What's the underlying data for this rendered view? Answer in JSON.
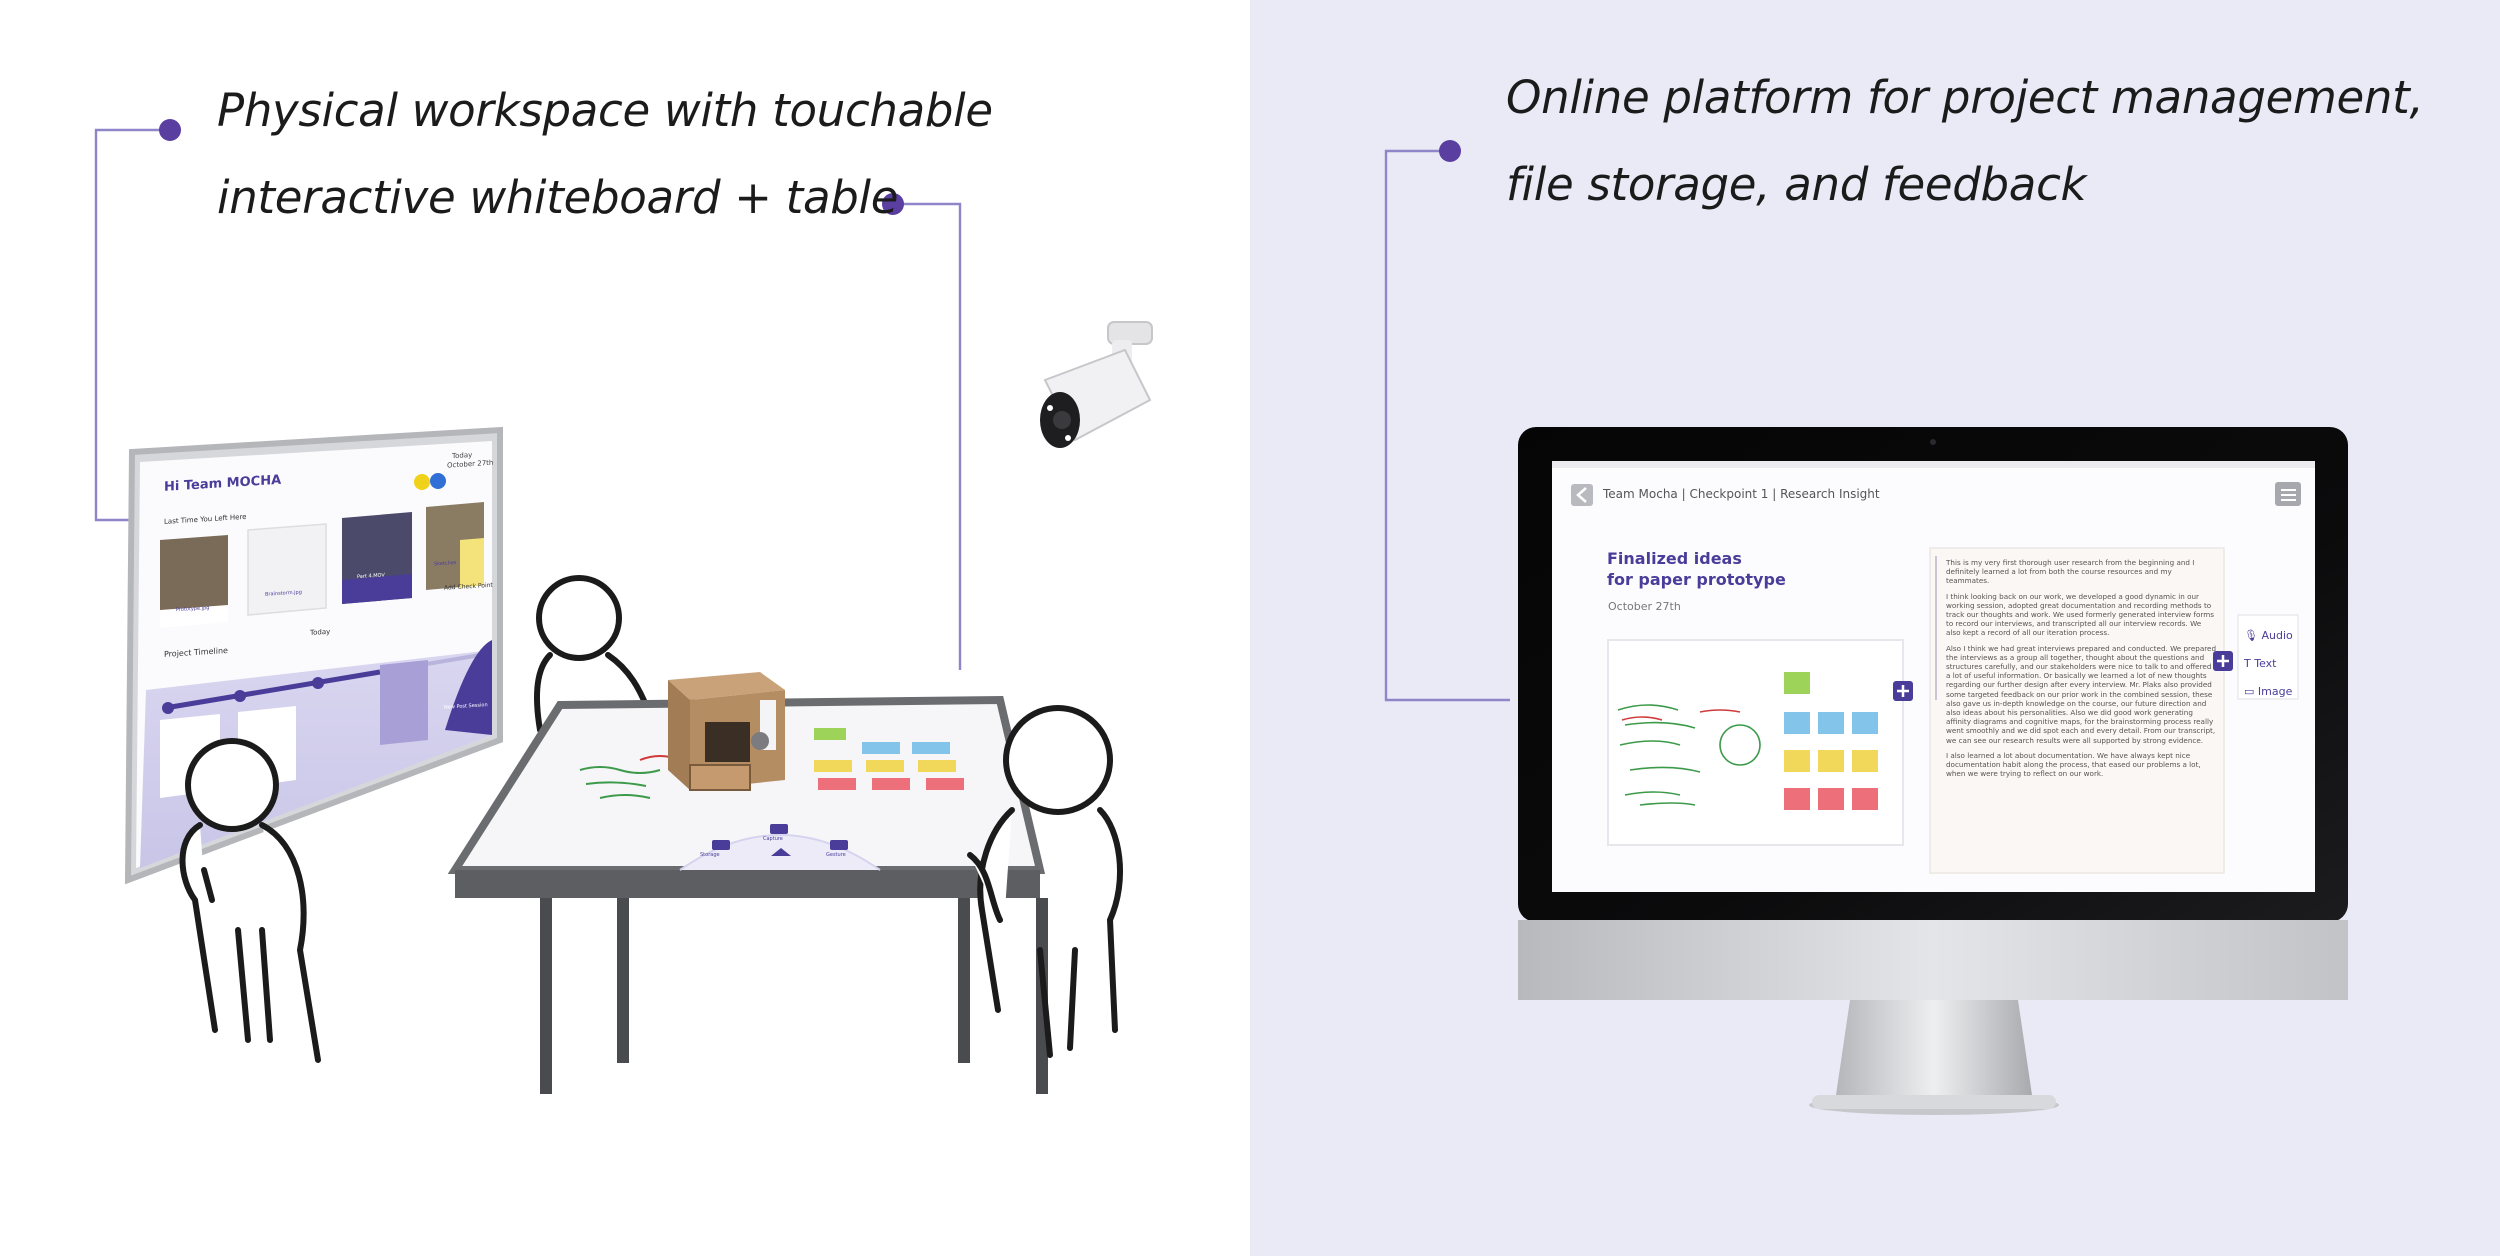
{
  "left": {
    "caption_line1": "Physical workspace with touchable",
    "caption_line2": "interactive whiteboard + table",
    "whiteboard": {
      "greeting": "Hi Team MOCHA",
      "date_label": "Today",
      "date_value": "October 27th",
      "last_time_label": "Last Time You Left Here",
      "cards": [
        "Prototype.jpg",
        "Brainstorm.jpg",
        "Part 4.MOV",
        "Sketches"
      ],
      "add_button": "Add Check Point",
      "timeline_label": "Project Timeline",
      "today_marker": "Today",
      "new_project": "New Post Session"
    },
    "table_labels": [
      "Storage",
      "Capture",
      "Gesture"
    ]
  },
  "right": {
    "caption_line1": "Online platform for project management,",
    "caption_line2": "file storage, and feedback",
    "app": {
      "breadcrumb": "Team Mocha | Checkpoint 1 | Research Insight",
      "heading_line1": "Finalized ideas",
      "heading_line2": "for paper prototype",
      "date": "October 27th",
      "paragraph1": "This is my very first thorough user research from the beginning and I definitely learned a lot from both the course resources and my teammates.",
      "paragraph2": "I think looking back on our work, we developed a good dynamic in our working session, adopted great documentation and recording methods to track our thoughts and work. We used formerly generated interview forms to record our interviews, and transcripted all our interview records. We also kept a record of all our iteration process.",
      "paragraph3": "Also I think we had great interviews prepared and conducted. We prepared the interviews as a group all together, thought about the questions and structures carefully, and our stakeholders were nice to talk to and offered a lot of useful information. Or basically we learned a lot of new thoughts regarding our further design after every interview. Mr. Plaks also provided some targeted feedback on our prior work in the combined session, these also gave us in-depth knowledge on the course, our future direction and also ideas about his personalities. Also we did good work generating affinity diagrams and cognitive maps, for the brainstorming process really went smoothly and we did spot each and every detail. From our transcript, we can see our research results were all supported by strong evidence.",
      "paragraph4": "I also learned a lot about documentation. We have always kept nice documentation habit along the process, that eased our problems a lot, when we were trying to reflect on our work.",
      "tools": [
        "Audio",
        "Text",
        "Image"
      ]
    }
  },
  "colors": {
    "accent": "#5a3ea0",
    "leader_line": "#8e86c8",
    "right_background": "#e9eaf6",
    "heading": "#4a3d9a"
  }
}
